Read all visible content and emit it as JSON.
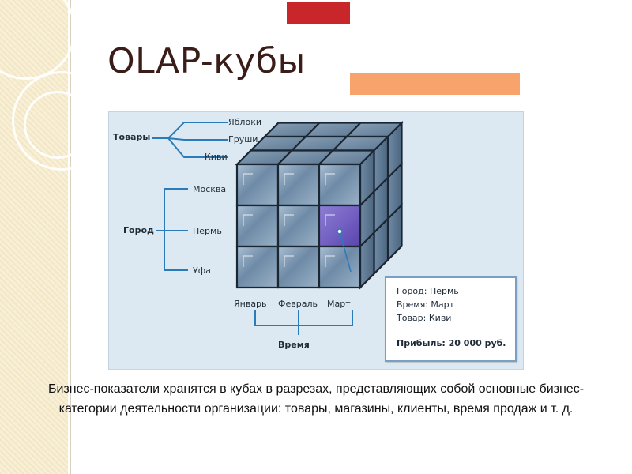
{
  "slide": {
    "title": "OLAP-кубы",
    "accent_colors": {
      "red": "#c8262b",
      "orange": "#f7a36b"
    }
  },
  "diagram": {
    "products_label": "Товары",
    "products": [
      "Яблоки",
      "Груши",
      "Киви"
    ],
    "city_label": "Город",
    "cities": [
      "Москва",
      "Пермь",
      "Уфа"
    ],
    "time_label": "Время",
    "months": [
      "Январь",
      "Февраль",
      "Март"
    ],
    "info": {
      "city": "Город: Пермь",
      "time": "Время: Март",
      "product": "Товар: Киви",
      "profit": "Прибыль: 20 000 руб."
    }
  },
  "caption": "Бизнес-показатели хранятся в кубах в разрезах, представляющих собой основные бизнес-категории деятельности организации: товары, магазины, клиенты, время продаж и т. д."
}
